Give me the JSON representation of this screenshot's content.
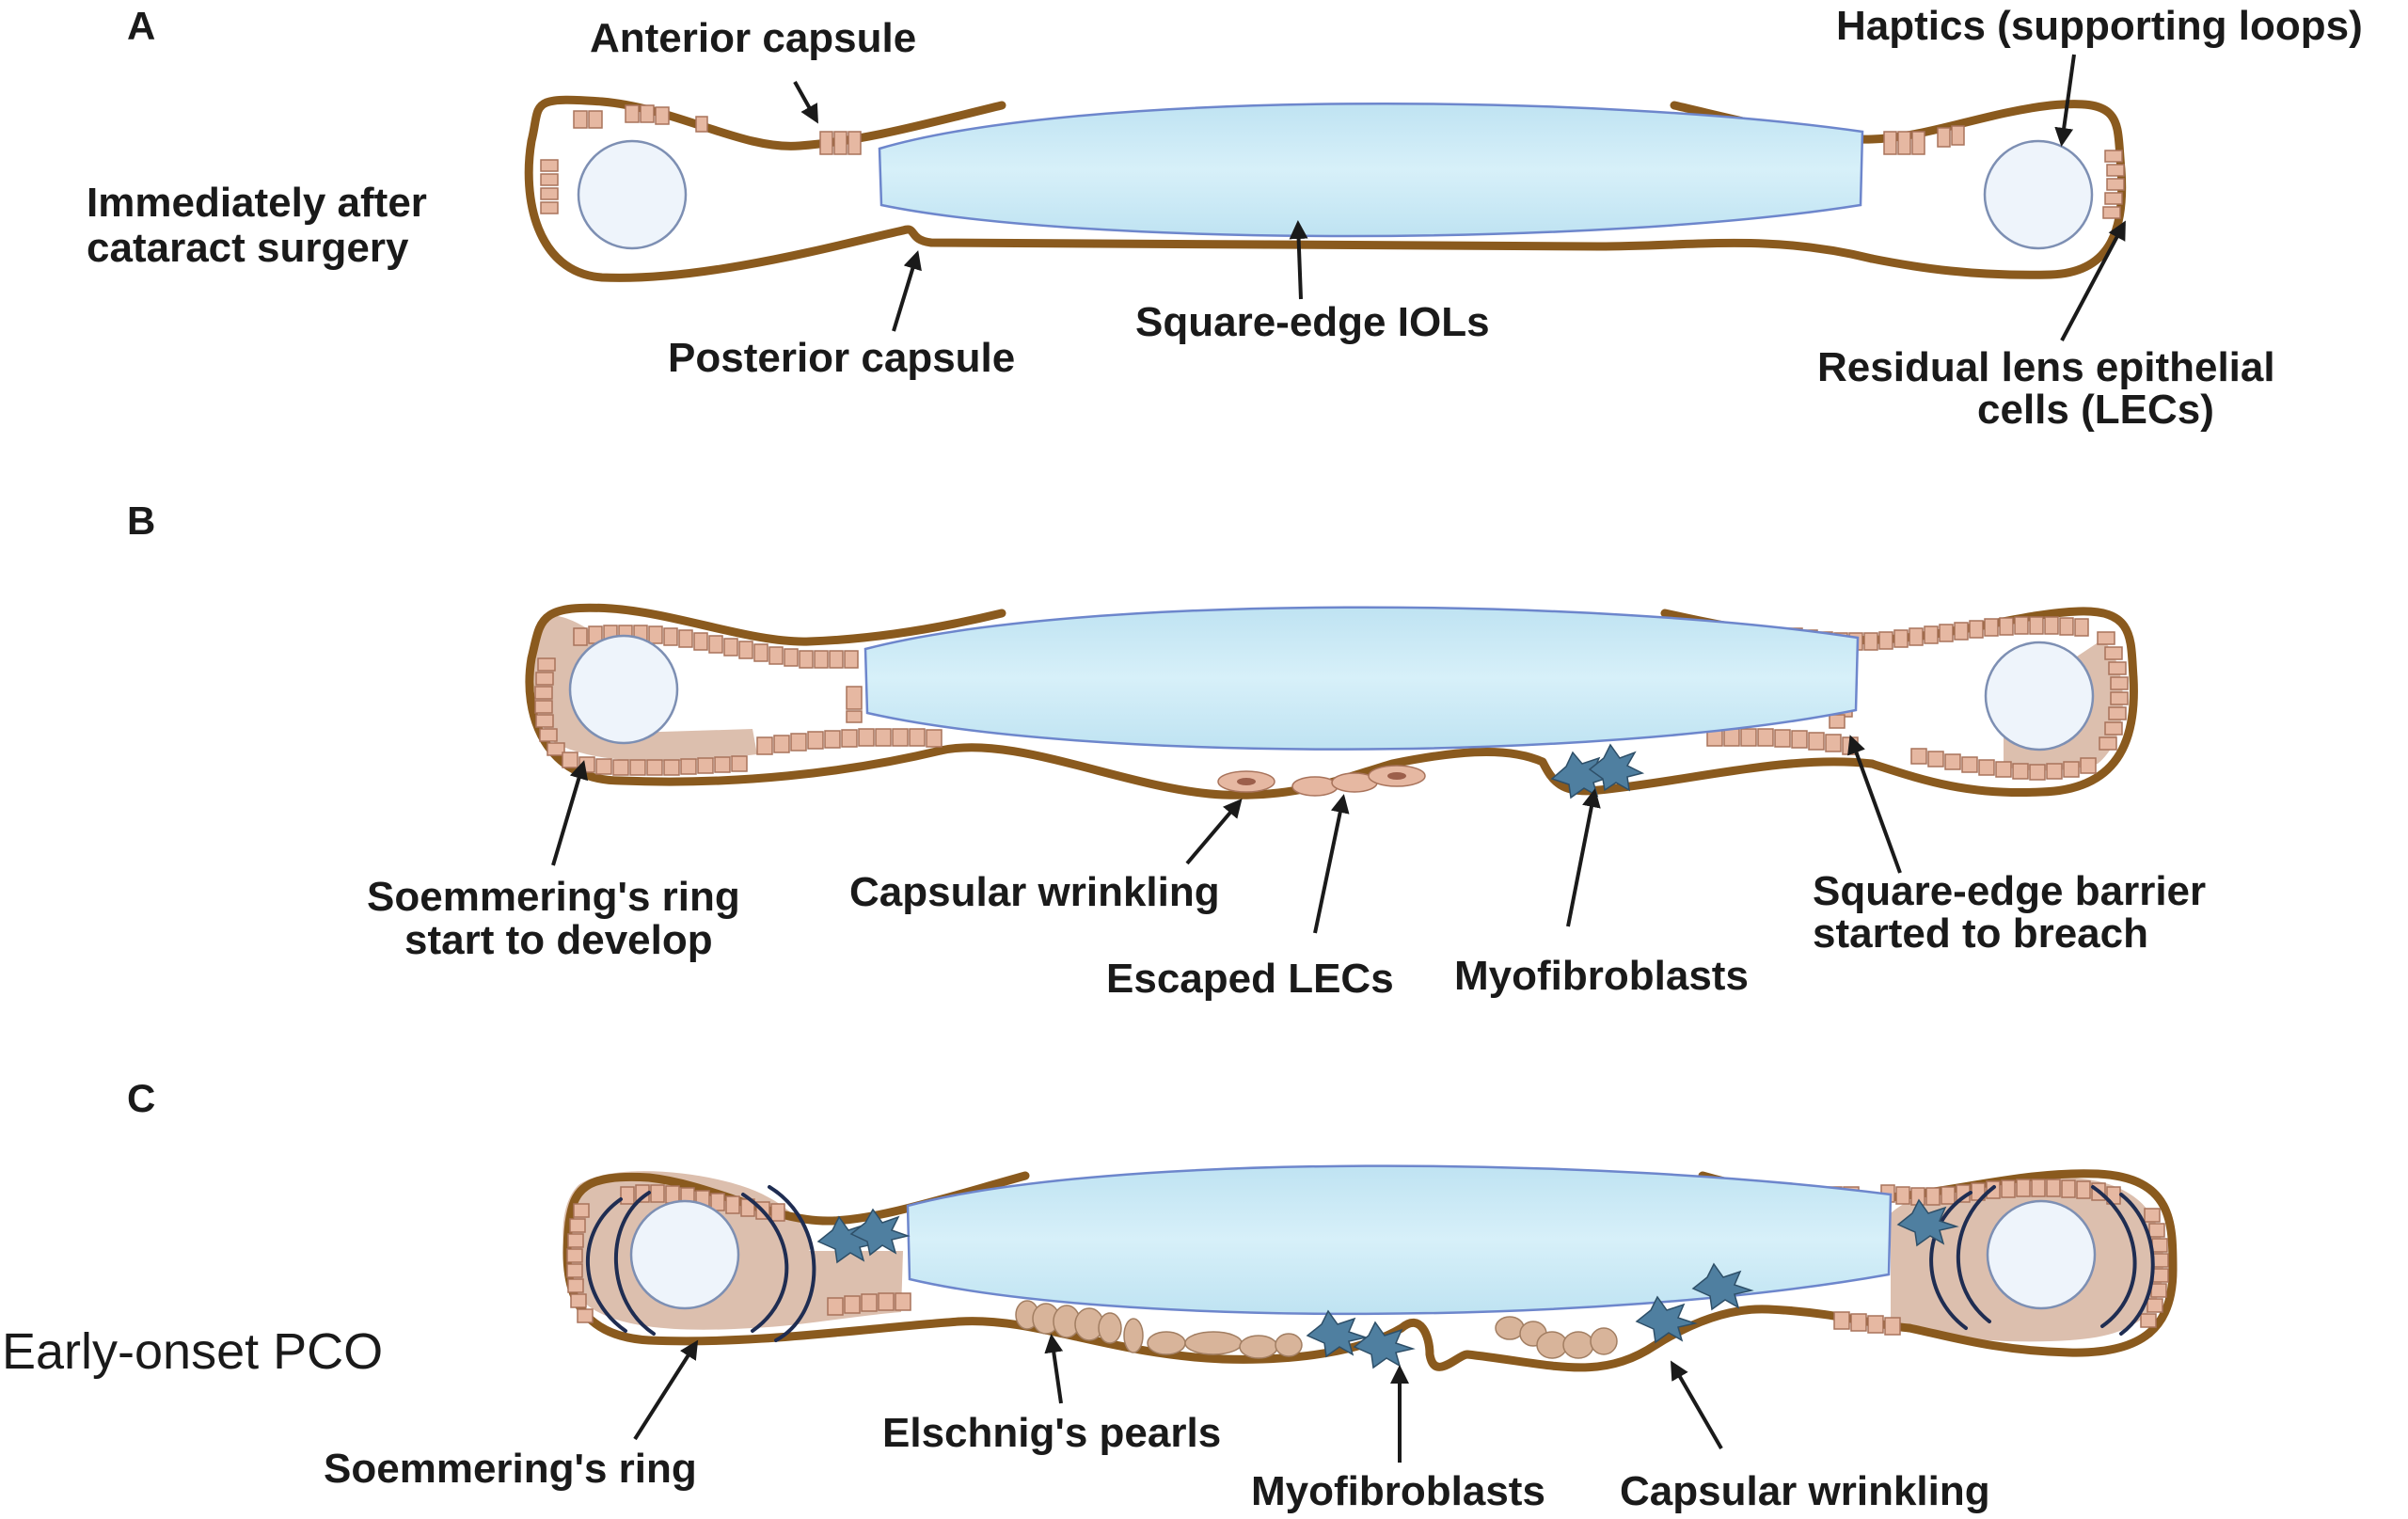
{
  "panels": {
    "a": {
      "letter": "A",
      "stage_line1": "Immediately after",
      "stage_line2": "cataract surgery",
      "labels": {
        "anterior_capsule": "Anterior capsule",
        "haptics": "Haptics (supporting loops)",
        "posterior_capsule": "Posterior capsule",
        "square_edge_iols": "Square-edge IOLs",
        "residual_lecs_line1": "Residual lens epithelial",
        "residual_lecs_line2": "cells (LECs)"
      }
    },
    "b": {
      "letter": "B",
      "labels": {
        "soemmering_line1": "Soemmering's ring",
        "soemmering_line2": "start to develop",
        "capsular_wrinkling": "Capsular wrinkling",
        "escaped_lecs": "Escaped LECs",
        "myofibroblasts": "Myofibroblasts",
        "barrier_line1": "Square-edge barrier",
        "barrier_line2": "started to breach"
      }
    },
    "c": {
      "letter": "C",
      "stage": "Early-onset PCO",
      "labels": {
        "soemmering_ring": "Soemmering's ring",
        "elschnig_pearls": "Elschnig's pearls",
        "myofibroblasts": "Myofibroblasts",
        "capsular_wrinkling": "Capsular wrinkling"
      }
    }
  },
  "colors": {
    "capsule": "#8a5a1e",
    "iol": "#c9e9f5",
    "lec": "#e6b8a2",
    "myofibroblast": "#4f7fa0",
    "text": "#1a1a1a"
  },
  "icons": [
    "arrow-icon",
    "haptic-loop-icon",
    "iol-lens-icon",
    "lec-cell-icon",
    "myofibroblast-icon",
    "elschnig-pearl-icon"
  ]
}
